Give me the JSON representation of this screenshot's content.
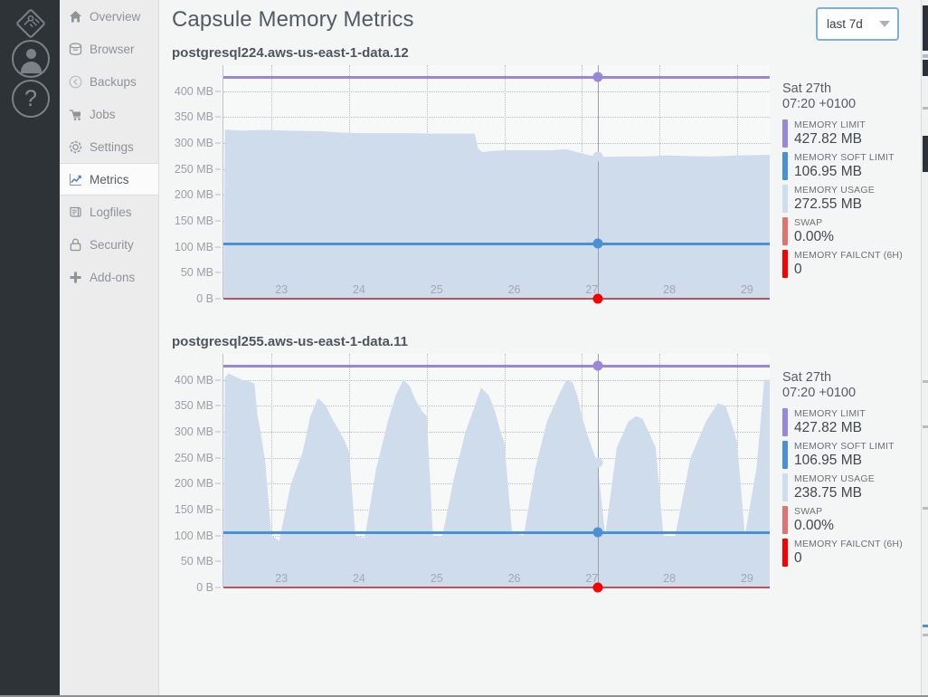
{
  "rail": {
    "logo_icon": "chip-logo-icon",
    "user_icon": "user-avatar-icon",
    "help_icon": "help-question-icon",
    "help_glyph": "?"
  },
  "sidebar": {
    "items": [
      {
        "label": "Overview",
        "icon": "home-icon",
        "active": false
      },
      {
        "label": "Browser",
        "icon": "database-icon",
        "active": false
      },
      {
        "label": "Backups",
        "icon": "clock-back-icon",
        "active": false
      },
      {
        "label": "Jobs",
        "icon": "jobs-icon",
        "active": false
      },
      {
        "label": "Settings",
        "icon": "gear-icon",
        "active": false
      },
      {
        "label": "Metrics",
        "icon": "chart-line-icon",
        "active": true
      },
      {
        "label": "Logfiles",
        "icon": "scroll-icon",
        "active": false
      },
      {
        "label": "Security",
        "icon": "lock-icon",
        "active": false
      },
      {
        "label": "Add-ons",
        "icon": "plus-icon",
        "active": false
      }
    ]
  },
  "header": {
    "title": "Capsule Memory Metrics",
    "range_select": {
      "value": "last 7d",
      "caret_icon": "chevron-down-icon",
      "border_color": "#7bb0d8"
    }
  },
  "colors": {
    "memory_limit": "#9b87d8",
    "memory_soft_limit": "#4a90d9",
    "memory_usage": "#cfdcec",
    "swap": "#e0736f",
    "memory_failcnt": "#fa0000",
    "zero_line": "#c0505a",
    "crosshair": "#9aa0a6"
  },
  "chart_data": [
    {
      "type": "area",
      "title": "postgresql224.aws-us-east-1-data.12",
      "xlabel": "",
      "ylabel": "",
      "ylim": [
        0,
        450
      ],
      "yticks": [
        "0 B",
        "50 MB",
        "100 MB",
        "150 MB",
        "200 MB",
        "250 MB",
        "300 MB",
        "350 MB",
        "400 MB"
      ],
      "ytick_values": [
        0,
        50,
        100,
        150,
        200,
        250,
        300,
        350,
        400
      ],
      "xticks": [
        "23",
        "24",
        "25",
        "26",
        "27",
        "28",
        "29"
      ],
      "xtick_values": [
        23,
        24,
        25,
        26,
        27,
        28,
        29
      ],
      "grid": true,
      "legend_position": "right",
      "series": [
        {
          "name": "MEMORY LIMIT",
          "type": "hline",
          "value": 427.82,
          "color": "#9b87d8"
        },
        {
          "name": "MEMORY SOFT LIMIT",
          "type": "hline",
          "value": 106.95,
          "color": "#4a90d9"
        },
        {
          "name": "MEMORY USAGE",
          "type": "area",
          "color": "#cfdcec",
          "x": [
            22.4,
            22.6,
            22.9,
            23.2,
            23.6,
            23.9,
            24.2,
            24.5,
            24.8,
            25.1,
            25.4,
            25.62,
            25.66,
            25.72,
            25.8,
            26.0,
            26.3,
            26.6,
            26.8,
            27.0,
            27.2,
            27.5,
            27.8,
            28.1,
            28.4,
            28.7,
            29.0,
            29.35
          ],
          "values": [
            326,
            324,
            325,
            324,
            323,
            320,
            319,
            319,
            319,
            318,
            318,
            318,
            290,
            282,
            284,
            286,
            286,
            286,
            288,
            280,
            273,
            274,
            274,
            276,
            275,
            274,
            276,
            277
          ]
        },
        {
          "name": "SWAP",
          "type": "hline",
          "value": 0,
          "color": "#e0736f"
        },
        {
          "name": "MEMORY FAILCNT (6H)",
          "type": "bar",
          "value": 0,
          "color": "#fa0000"
        }
      ],
      "cursor": {
        "date": "Sat 27th",
        "time": "07:20 +0100",
        "x_value": 27.2,
        "readouts": [
          {
            "name": "MEMORY LIMIT",
            "value": "427.82 MB",
            "color": "#9b87d8"
          },
          {
            "name": "MEMORY SOFT LIMIT",
            "value": "106.95 MB",
            "color": "#4a90d9"
          },
          {
            "name": "MEMORY USAGE",
            "value": "272.55 MB",
            "color": "#cfdcec"
          },
          {
            "name": "SWAP",
            "value": "0.00%",
            "color": "#e0736f"
          },
          {
            "name": "MEMORY FAILCNT (6H)",
            "value": "0",
            "color": "#fa0000"
          }
        ]
      }
    },
    {
      "type": "area",
      "title": "postgresql255.aws-us-east-1-data.11",
      "xlabel": "",
      "ylabel": "",
      "ylim": [
        0,
        450
      ],
      "yticks": [
        "0 B",
        "50 MB",
        "100 MB",
        "150 MB",
        "200 MB",
        "250 MB",
        "300 MB",
        "350 MB",
        "400 MB"
      ],
      "ytick_values": [
        0,
        50,
        100,
        150,
        200,
        250,
        300,
        350,
        400
      ],
      "xticks": [
        "23",
        "24",
        "25",
        "26",
        "27",
        "28",
        "29"
      ],
      "xtick_values": [
        23,
        24,
        25,
        26,
        27,
        28,
        29
      ],
      "grid": true,
      "legend_position": "right",
      "series": [
        {
          "name": "MEMORY LIMIT",
          "type": "hline",
          "value": 427.82,
          "color": "#9b87d8"
        },
        {
          "name": "MEMORY SOFT LIMIT",
          "type": "hline",
          "value": 106.95,
          "color": "#4a90d9"
        },
        {
          "name": "MEMORY USAGE",
          "type": "area",
          "color": "#cfdcec",
          "x": [
            22.4,
            22.45,
            22.55,
            22.62,
            22.7,
            22.78,
            22.82,
            22.86,
            22.92,
            23.0,
            23.1,
            23.25,
            23.4,
            23.5,
            23.6,
            23.7,
            23.8,
            23.88,
            23.95,
            24.0,
            24.08,
            24.2,
            24.35,
            24.5,
            24.6,
            24.7,
            24.78,
            24.86,
            24.94,
            25.0,
            25.08,
            25.2,
            25.35,
            25.5,
            25.62,
            25.7,
            25.8,
            25.88,
            25.95,
            26.0,
            26.1,
            26.25,
            26.4,
            26.55,
            26.7,
            26.8,
            26.88,
            26.94,
            27.0,
            27.08,
            27.2,
            27.3,
            27.45,
            27.6,
            27.7,
            27.78,
            27.86,
            27.95,
            28.05,
            28.2,
            28.4,
            28.6,
            28.75,
            28.85,
            28.92,
            29.0,
            29.1,
            29.25,
            29.35
          ],
          "values": [
            405,
            412,
            405,
            400,
            398,
            393,
            330,
            300,
            240,
            100,
            90,
            200,
            260,
            330,
            365,
            350,
            320,
            300,
            280,
            260,
            100,
            95,
            230,
            320,
            370,
            400,
            388,
            360,
            340,
            330,
            100,
            98,
            210,
            300,
            350,
            385,
            370,
            340,
            300,
            280,
            105,
            100,
            230,
            320,
            370,
            400,
            395,
            370,
            330,
            290,
            240,
            100,
            270,
            320,
            330,
            325,
            300,
            270,
            100,
            98,
            250,
            320,
            355,
            350,
            320,
            280,
            100,
            230,
            400
          ]
        },
        {
          "name": "SWAP",
          "type": "hline",
          "value": 0,
          "color": "#e0736f"
        },
        {
          "name": "MEMORY FAILCNT (6H)",
          "type": "bar",
          "value": 0,
          "color": "#fa0000"
        }
      ],
      "cursor": {
        "date": "Sat 27th",
        "time": "07:20 +0100",
        "x_value": 27.2,
        "readouts": [
          {
            "name": "MEMORY LIMIT",
            "value": "427.82 MB",
            "color": "#9b87d8"
          },
          {
            "name": "MEMORY SOFT LIMIT",
            "value": "106.95 MB",
            "color": "#4a90d9"
          },
          {
            "name": "MEMORY USAGE",
            "value": "238.75 MB",
            "color": "#cfdcec"
          },
          {
            "name": "SWAP",
            "value": "0.00%",
            "color": "#e0736f"
          },
          {
            "name": "MEMORY FAILCNT (6H)",
            "value": "0",
            "color": "#fa0000"
          }
        ]
      }
    }
  ]
}
